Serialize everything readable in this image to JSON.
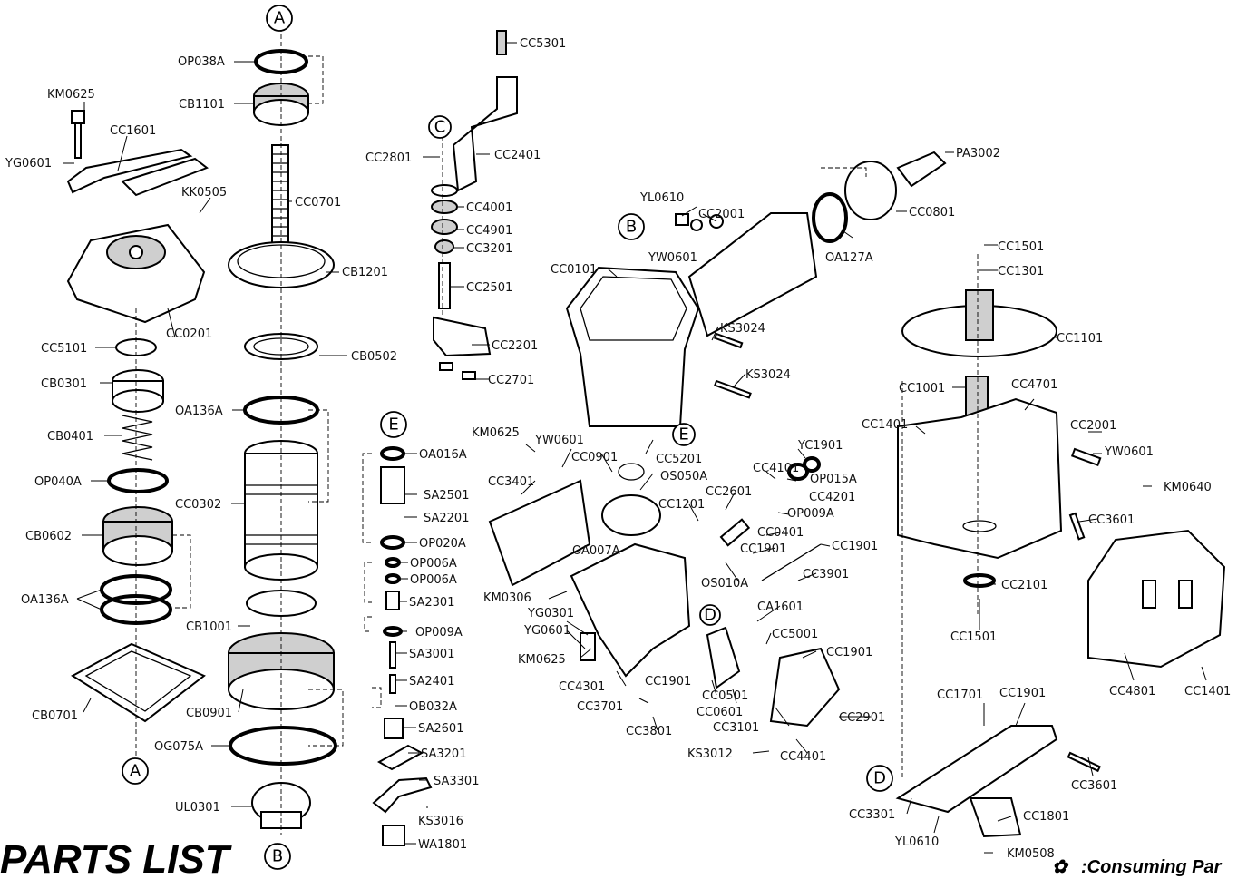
{
  "title": "PARTS LIST",
  "note": ":Consuming Par",
  "note_symbol": "✿",
  "callouts": [
    "A",
    "A",
    "B",
    "B",
    "C",
    "D",
    "D",
    "E",
    "E"
  ],
  "parts": [
    "OP038A",
    "CB1101",
    "KM0625",
    "CC1601",
    "YG0601",
    "CC0701",
    "KK0505",
    "CB1201",
    "CC0201",
    "CC5101",
    "CB0502",
    "CB0301",
    "OA136A",
    "CB0401",
    "OP040A",
    "CC0302",
    "CB0602",
    "OA136A",
    "CB1001",
    "CB0901",
    "CB0701",
    "OG075A",
    "UL0301",
    "CC5301",
    "CC2801",
    "CC2401",
    "CC4001",
    "CC4901",
    "CC3201",
    "CC2501",
    "CC2201",
    "CC2701",
    "OA016A",
    "SA2501",
    "SA2201",
    "OP020A",
    "OP006A",
    "OP006A",
    "SA2301",
    "OP009A",
    "SA3001",
    "SA2401",
    "OB032A",
    "SA2601",
    "SA3201",
    "SA3301",
    "KS3016",
    "WA1801",
    "YL0610",
    "CC2001",
    "YW0601",
    "PA3002",
    "CC0801",
    "OA127A",
    "CC0101",
    "KS3024",
    "KS3024",
    "KM0625",
    "YW0601",
    "CC0901",
    "CC5201",
    "CC3401",
    "OS050A",
    "CC4101",
    "YC1901",
    "OP015A",
    "CC4201",
    "CC1201",
    "CC2601",
    "OP009A",
    "CC0401",
    "CC1901",
    "CC1901",
    "OA007A",
    "CC3901",
    "OS010A",
    "KM0306",
    "CA1601",
    "YG0301",
    "YG0601",
    "CC5001",
    "CC1901",
    "KM0625",
    "CC4301",
    "CC1901",
    "CC0501",
    "CC3701",
    "CC0601",
    "CC2901",
    "CC3801",
    "CC3101",
    "KS3012",
    "CC4401",
    "CC1501",
    "CC1301",
    "CC1101",
    "CC1001",
    "CC4701",
    "CC1401",
    "CC2001",
    "YW0601",
    "KM0640",
    "CC3601",
    "CC2101",
    "CC1501",
    "CC4801",
    "CC1401",
    "CC1701",
    "CC1901",
    "CC3601",
    "CC3301",
    "CC1801",
    "YL0610",
    "KM0508"
  ]
}
